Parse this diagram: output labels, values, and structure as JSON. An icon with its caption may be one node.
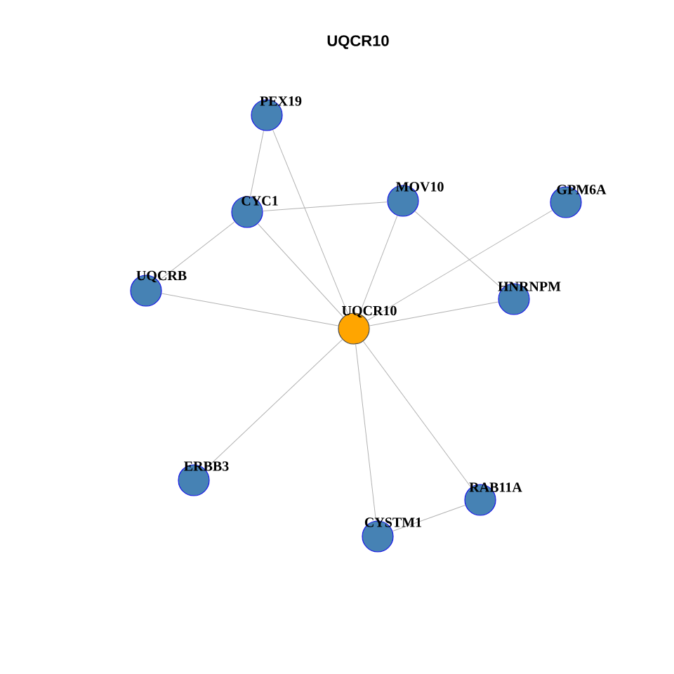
{
  "diagram": {
    "title": "UQCR10",
    "nodes": [
      {
        "text": [
          "PEX19"
        ]
      },
      {
        "text": [
          "CYC1"
        ]
      },
      {
        "text": [
          "MOV10"
        ]
      },
      {
        "text": [
          "GPM6A"
        ]
      },
      {
        "text": [
          "UQCRB"
        ]
      },
      {
        "text": [
          "HNRNPM"
        ]
      },
      {
        "text": [
          "UQCR10"
        ]
      },
      {
        "text": [
          "ERBB3"
        ]
      },
      {
        "text": [
          "RAB11A"
        ]
      },
      {
        "text": [
          "CYSTM1"
        ]
      }
    ],
    "edges": [
      {
        "from": 6,
        "to": 0,
        "arrow": "none"
      },
      {
        "from": 6,
        "to": 1,
        "arrow": "none"
      },
      {
        "from": 6,
        "to": 2,
        "arrow": "none"
      },
      {
        "from": 6,
        "to": 3,
        "arrow": "none"
      },
      {
        "from": 6,
        "to": 5,
        "arrow": "none"
      },
      {
        "from": 6,
        "to": 4,
        "arrow": "none"
      },
      {
        "from": 6,
        "to": 7,
        "arrow": "none"
      },
      {
        "from": 6,
        "to": 9,
        "arrow": "none"
      },
      {
        "from": 6,
        "to": 8,
        "arrow": "none"
      },
      {
        "from": 1,
        "to": 0,
        "arrow": "none"
      },
      {
        "from": 1,
        "to": 2,
        "arrow": "none"
      },
      {
        "from": 1,
        "to": 4,
        "arrow": "none"
      },
      {
        "from": 2,
        "to": 5,
        "arrow": "none"
      },
      {
        "from": 9,
        "to": 8,
        "arrow": "none"
      }
    ]
  }
}
